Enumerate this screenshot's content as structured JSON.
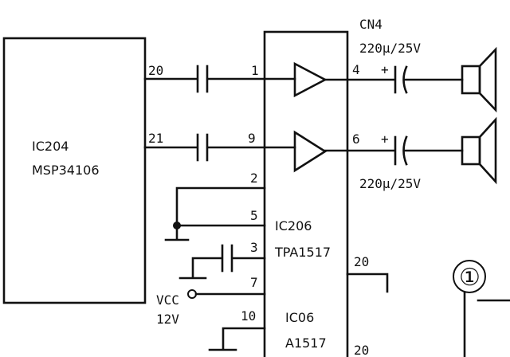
{
  "ic_left": {
    "ref": "IC204",
    "part": "MSP34106"
  },
  "ic_right_top": {
    "ref": "IC206",
    "part": "TPA1517"
  },
  "ic_right_bottom": {
    "ref": "IC06",
    "part": "A1517"
  },
  "connector": "CN4",
  "cap_top": "220μ/25V",
  "cap_bottom": "220μ/25V",
  "cap_plus": "+",
  "pins_left_ic": [
    "20",
    "21"
  ],
  "pins_amp": {
    "in1": "1",
    "in2": "9",
    "p2": "2",
    "p5": "5",
    "p3": "3",
    "p7": "7",
    "p10": "10",
    "out1": "4",
    "out2": "6",
    "p20a": "20",
    "p20b": "20"
  },
  "vcc": {
    "name": "VCC",
    "voltage": "12V"
  },
  "section_marker": "①",
  "icons": {
    "speaker": "speaker-icon",
    "ground": "ground-icon",
    "amplifier": "amplifier-triangle-icon"
  }
}
